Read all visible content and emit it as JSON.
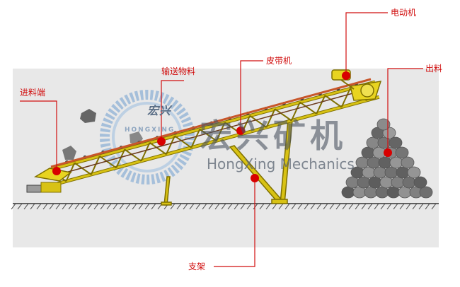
{
  "labels": {
    "motor": "电动机",
    "belt": "皮带机",
    "conveyed_material": "输送物料",
    "discharge": "出料",
    "feed_end": "进料端",
    "support": "支架"
  },
  "watermark": {
    "brand_cn_small": "宏兴",
    "brand_en_small": "HONGXING",
    "brand_cn_big": "宏兴矿机",
    "brand_en_big": "HongXing Mechanics"
  },
  "colors": {
    "callout": "#d10f0f",
    "frame": "#d8c214",
    "frame_stroke": "#7f7000",
    "belt": "#c8562a",
    "panel": "#e8e8e8",
    "ore": "#808080"
  }
}
